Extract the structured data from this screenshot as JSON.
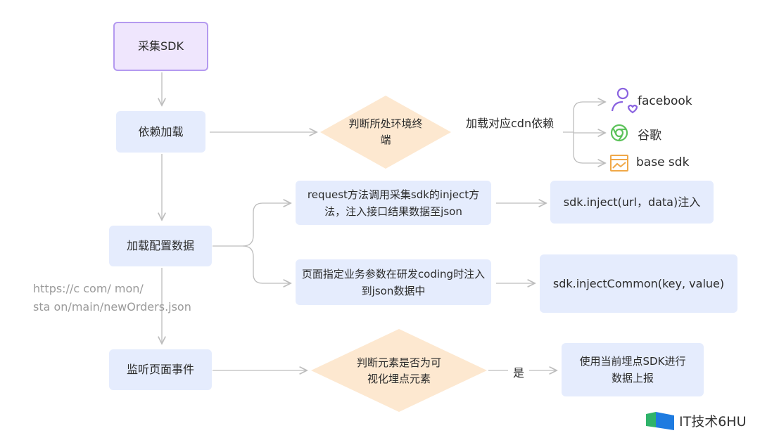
{
  "nodes": {
    "collect_sdk": "采集SDK",
    "dependency_load": "依赖加载",
    "judge_env": "判断所处环境终端",
    "cdn_label": "加载对应cdn依赖",
    "targets": [
      {
        "label": "facebook",
        "icon": "user-heart-icon"
      },
      {
        "label": "谷歌",
        "icon": "chrome-icon"
      },
      {
        "label": "base sdk",
        "icon": "chart-window-icon"
      }
    ],
    "load_config": "加载配置数据",
    "request_inject": "request方法调用采集sdk的inject方法，注入接口结果数据至json",
    "sdk_inject": "sdk.inject(url，data)注入",
    "page_params": "页面指定业务参数在研发coding时注入到json数据中",
    "sdk_inject_common": "sdk.injectCommon(key, value)",
    "url_line1": "https://c            com/              mon/",
    "url_line2": "sta           on/main/newOrders.json",
    "listen_events": "监听页面事件",
    "judge_element": "判断元素是否为可视化埋点元素",
    "yes_label": "是",
    "report": "使用当前埋点SDK进行数据上报"
  },
  "watermark": "IT技术6HU",
  "colors": {
    "box": "#e5ecfd",
    "start": "#efe6fd",
    "start_border": "#b49af0",
    "diamond": "#fde8d0",
    "line": "#bdbdbd"
  }
}
